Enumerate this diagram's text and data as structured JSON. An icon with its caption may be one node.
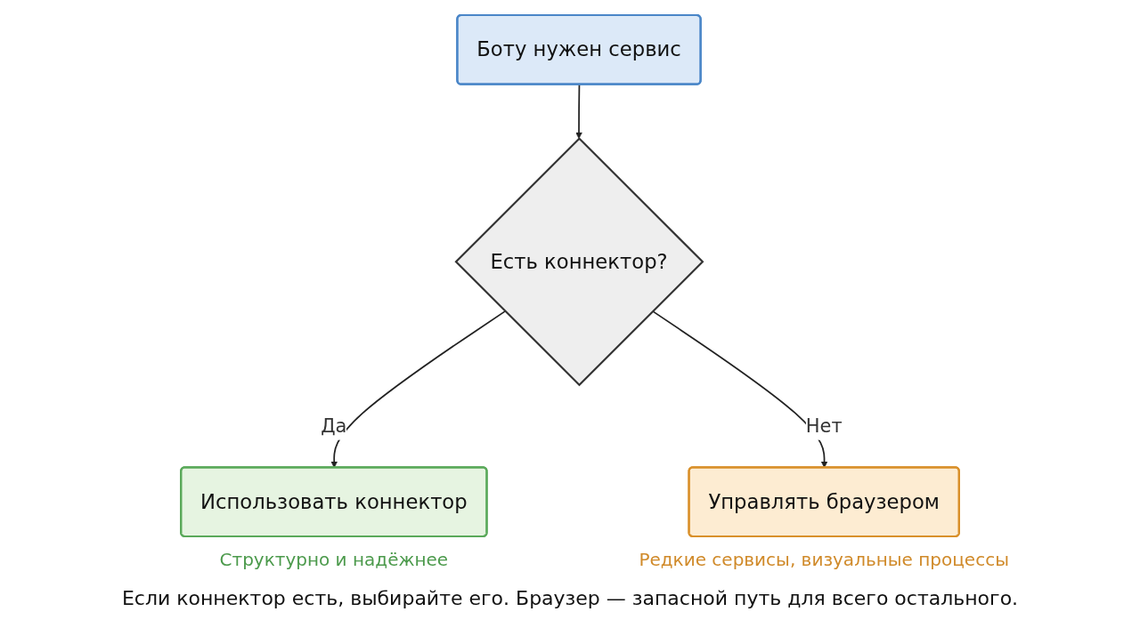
{
  "diagram": {
    "caption": "Если коннектор есть, выбирайте его. Браузер — запасной путь для всего остального.",
    "nodes": [
      {
        "text": [
          "Боту нужен сервис"
        ]
      },
      {
        "text": [
          "Есть коннектор?"
        ]
      },
      {
        "text": [
          "Использовать коннектор"
        ],
        "beside": [
          "Структурно и надёжнее"
        ]
      },
      {
        "text": [
          "Управлять браузером"
        ],
        "beside": [
          "Редкие сервисы, визуальные процессы"
        ]
      }
    ],
    "edges": [
      {
        "from": 0,
        "to": 1,
        "arrow": "to"
      },
      {
        "from": 1,
        "to": 2,
        "arrow": "to",
        "label": "Да"
      },
      {
        "from": 1,
        "to": 3,
        "arrow": "to",
        "label": "Нет"
      }
    ]
  }
}
